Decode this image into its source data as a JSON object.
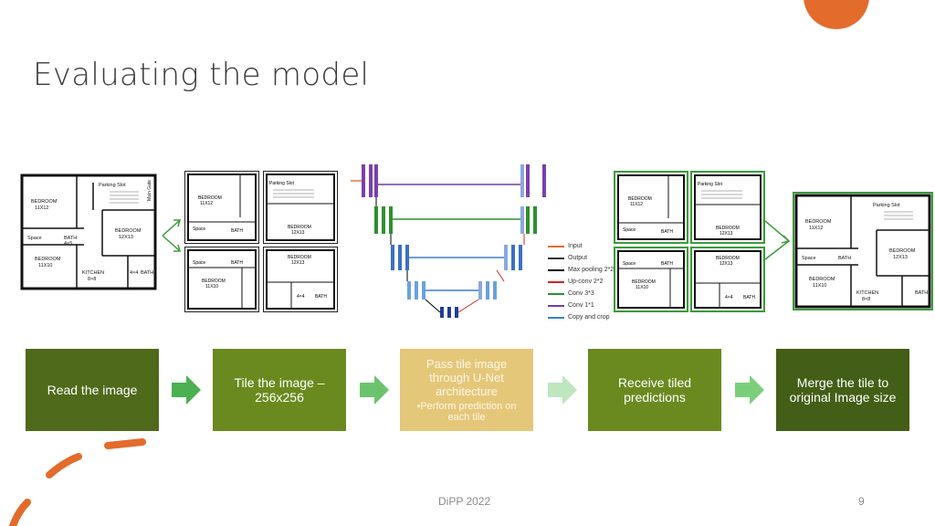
{
  "slide": {
    "title": "Evaluating the model",
    "footer_text": "DiPP 2022",
    "page_number": "9"
  },
  "floorplan": {
    "rooms": {
      "bedroom1": "BEDROOM",
      "bedroom1_size": "11X12",
      "bedroom2": "BEDROOM",
      "bedroom2_size": "12X13",
      "bedroom3": "BEDROOM",
      "bedroom3_size": "11X10",
      "kitchen": "KITCHEN",
      "kitchen_size": "8×8",
      "bath": "BATH",
      "bath_size": "4×5",
      "space": "Space",
      "parking": "Parking Slot",
      "gate": "Main Gate",
      "small": "4×4"
    }
  },
  "unet_legend": [
    {
      "label": "Input",
      "color": "#e36b2c"
    },
    {
      "label": "Output",
      "color": "#333333"
    },
    {
      "label": "Max pooling 2*2",
      "color": "#000000"
    },
    {
      "label": "Up-conv 2*2",
      "color": "#d62020"
    },
    {
      "label": "Conv 3*3",
      "color": "#2f8f2f"
    },
    {
      "label": "Conv 1*1",
      "color": "#6f3fa8"
    },
    {
      "label": "Copy and crop",
      "color": "#3a7fd0"
    }
  ],
  "steps": [
    {
      "label": "Read the image"
    },
    {
      "label": "Tile the image – 256x256"
    },
    {
      "label": "Pass tile image through U-Net architecture",
      "bullet": "•Perform prediction on each tile"
    },
    {
      "label": "Receive tiled predictions"
    },
    {
      "label": "Merge the tile to original Image size"
    }
  ],
  "colors": {
    "accent_orange": "#e36b2c",
    "step_dark_green": "#4e6a1a",
    "step_green": "#6a8a1f",
    "step_highlight": "#e5c77a",
    "arrow_green": "#4caf50"
  }
}
